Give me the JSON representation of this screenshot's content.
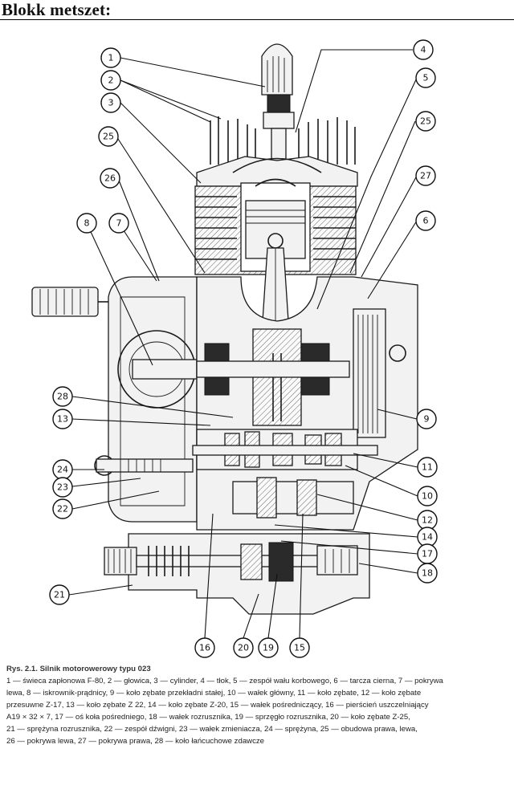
{
  "page": {
    "title": "Blokk metszet:"
  },
  "callouts": [
    {
      "id": "c1",
      "label": "1"
    },
    {
      "id": "c2",
      "label": "2"
    },
    {
      "id": "c3",
      "label": "3"
    },
    {
      "id": "c4",
      "label": "4"
    },
    {
      "id": "c5",
      "label": "5"
    },
    {
      "id": "c25a",
      "label": "25"
    },
    {
      "id": "c25b",
      "label": "25"
    },
    {
      "id": "c26",
      "label": "26"
    },
    {
      "id": "c27",
      "label": "27"
    },
    {
      "id": "c6",
      "label": "6"
    },
    {
      "id": "c7",
      "label": "7"
    },
    {
      "id": "c8",
      "label": "8"
    },
    {
      "id": "c28",
      "label": "28"
    },
    {
      "id": "c13",
      "label": "13"
    },
    {
      "id": "c9",
      "label": "9"
    },
    {
      "id": "c11",
      "label": "11"
    },
    {
      "id": "c24",
      "label": "24"
    },
    {
      "id": "c23",
      "label": "23"
    },
    {
      "id": "c10",
      "label": "10"
    },
    {
      "id": "c22",
      "label": "22"
    },
    {
      "id": "c12",
      "label": "12"
    },
    {
      "id": "c14",
      "label": "14"
    },
    {
      "id": "c17",
      "label": "17"
    },
    {
      "id": "c18",
      "label": "18"
    },
    {
      "id": "c21",
      "label": "21"
    },
    {
      "id": "c16",
      "label": "16"
    },
    {
      "id": "c20",
      "label": "20"
    },
    {
      "id": "c19",
      "label": "19"
    },
    {
      "id": "c15",
      "label": "15"
    }
  ],
  "caption": {
    "title": "Rys. 2.1. Silnik motorowerowy typu 023",
    "lines": [
      "1 — świeca zapłonowa F-80, 2 — głowica, 3 — cylinder, 4 — tłok, 5 — zespół wału korbowego, 6 — tarcza cierna, 7 — pokrywa",
      "lewa, 8 — iskrownik-prądnicy, 9 — koło zębate przekładni stałej, 10 — wałek główny, 11 — koło zębate, 12 — koło zębate",
      "przesuwne Z-17, 13 — koło zębate Z 22, 14 — koło zębate Z-20, 15 — wałek pośredniczący, 16 — pierścień uszczelniający",
      "A19 × 32 × 7, 17 — oś koła pośredniego, 18 — wałek rozrusznika, 19 — sprzęgło rozrusznika, 20 — koło zębate Z-25,",
      "21 — sprężyna rozrusznika, 22 — zespół dźwigni, 23 — wałek zmieniacza, 24 — sprężyna, 25 — obudowa prawa, lewa,",
      "26 — pokrywa lewa, 27 — pokrywa prawa, 28 — koło łańcuchowe zdawcze"
    ]
  }
}
